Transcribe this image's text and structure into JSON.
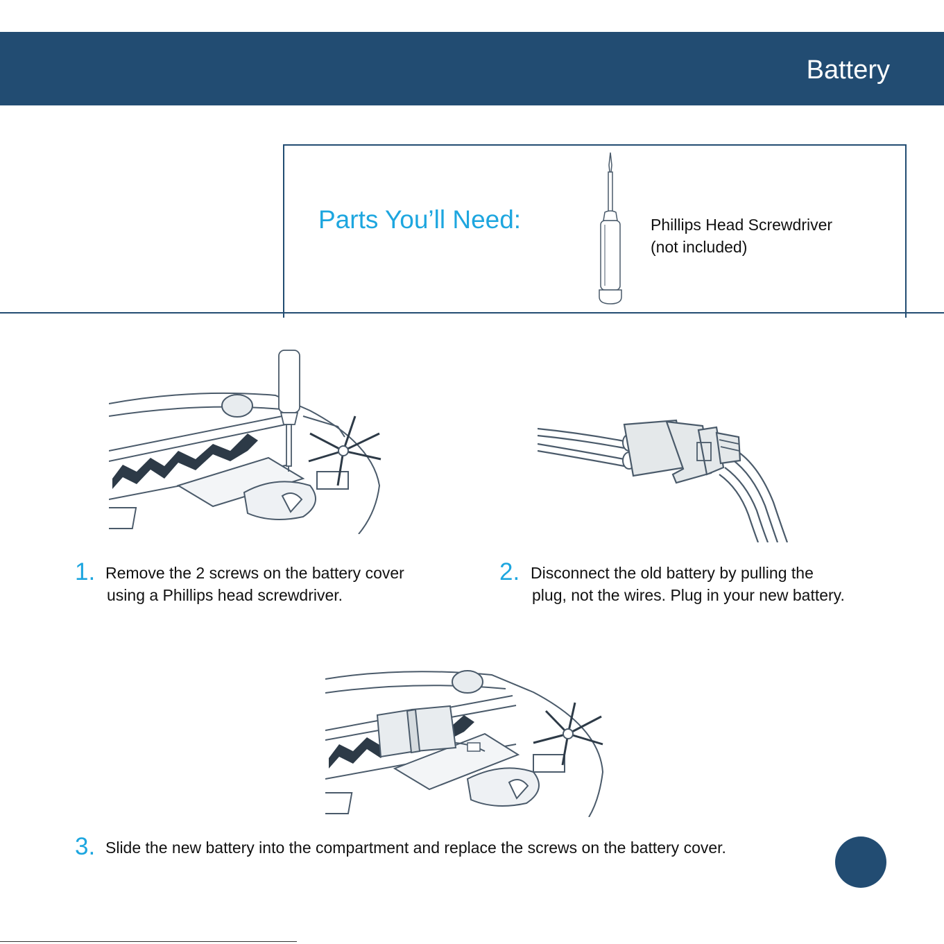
{
  "header": {
    "title": "Battery"
  },
  "parts": {
    "heading": "Parts You’ll Need:",
    "item_line1": "Phillips Head Screwdriver",
    "item_line2": "(not included)",
    "item_icon": "screwdriver-icon"
  },
  "steps": [
    {
      "number": "1.",
      "line1": "Remove the 2 screws on the battery cover",
      "line2": "using a Phillips head screwdriver."
    },
    {
      "number": "2.",
      "line1": "Disconnect the old battery by pulling the",
      "line2": "plug, not the wires. Plug in your new battery."
    },
    {
      "number": "3.",
      "line1": "Slide the new battery into the compartment and replace the screws on the battery cover."
    }
  ],
  "colors": {
    "navy": "#224c72",
    "accent_blue": "#1da6df",
    "line_art": "#4a5a6a"
  }
}
